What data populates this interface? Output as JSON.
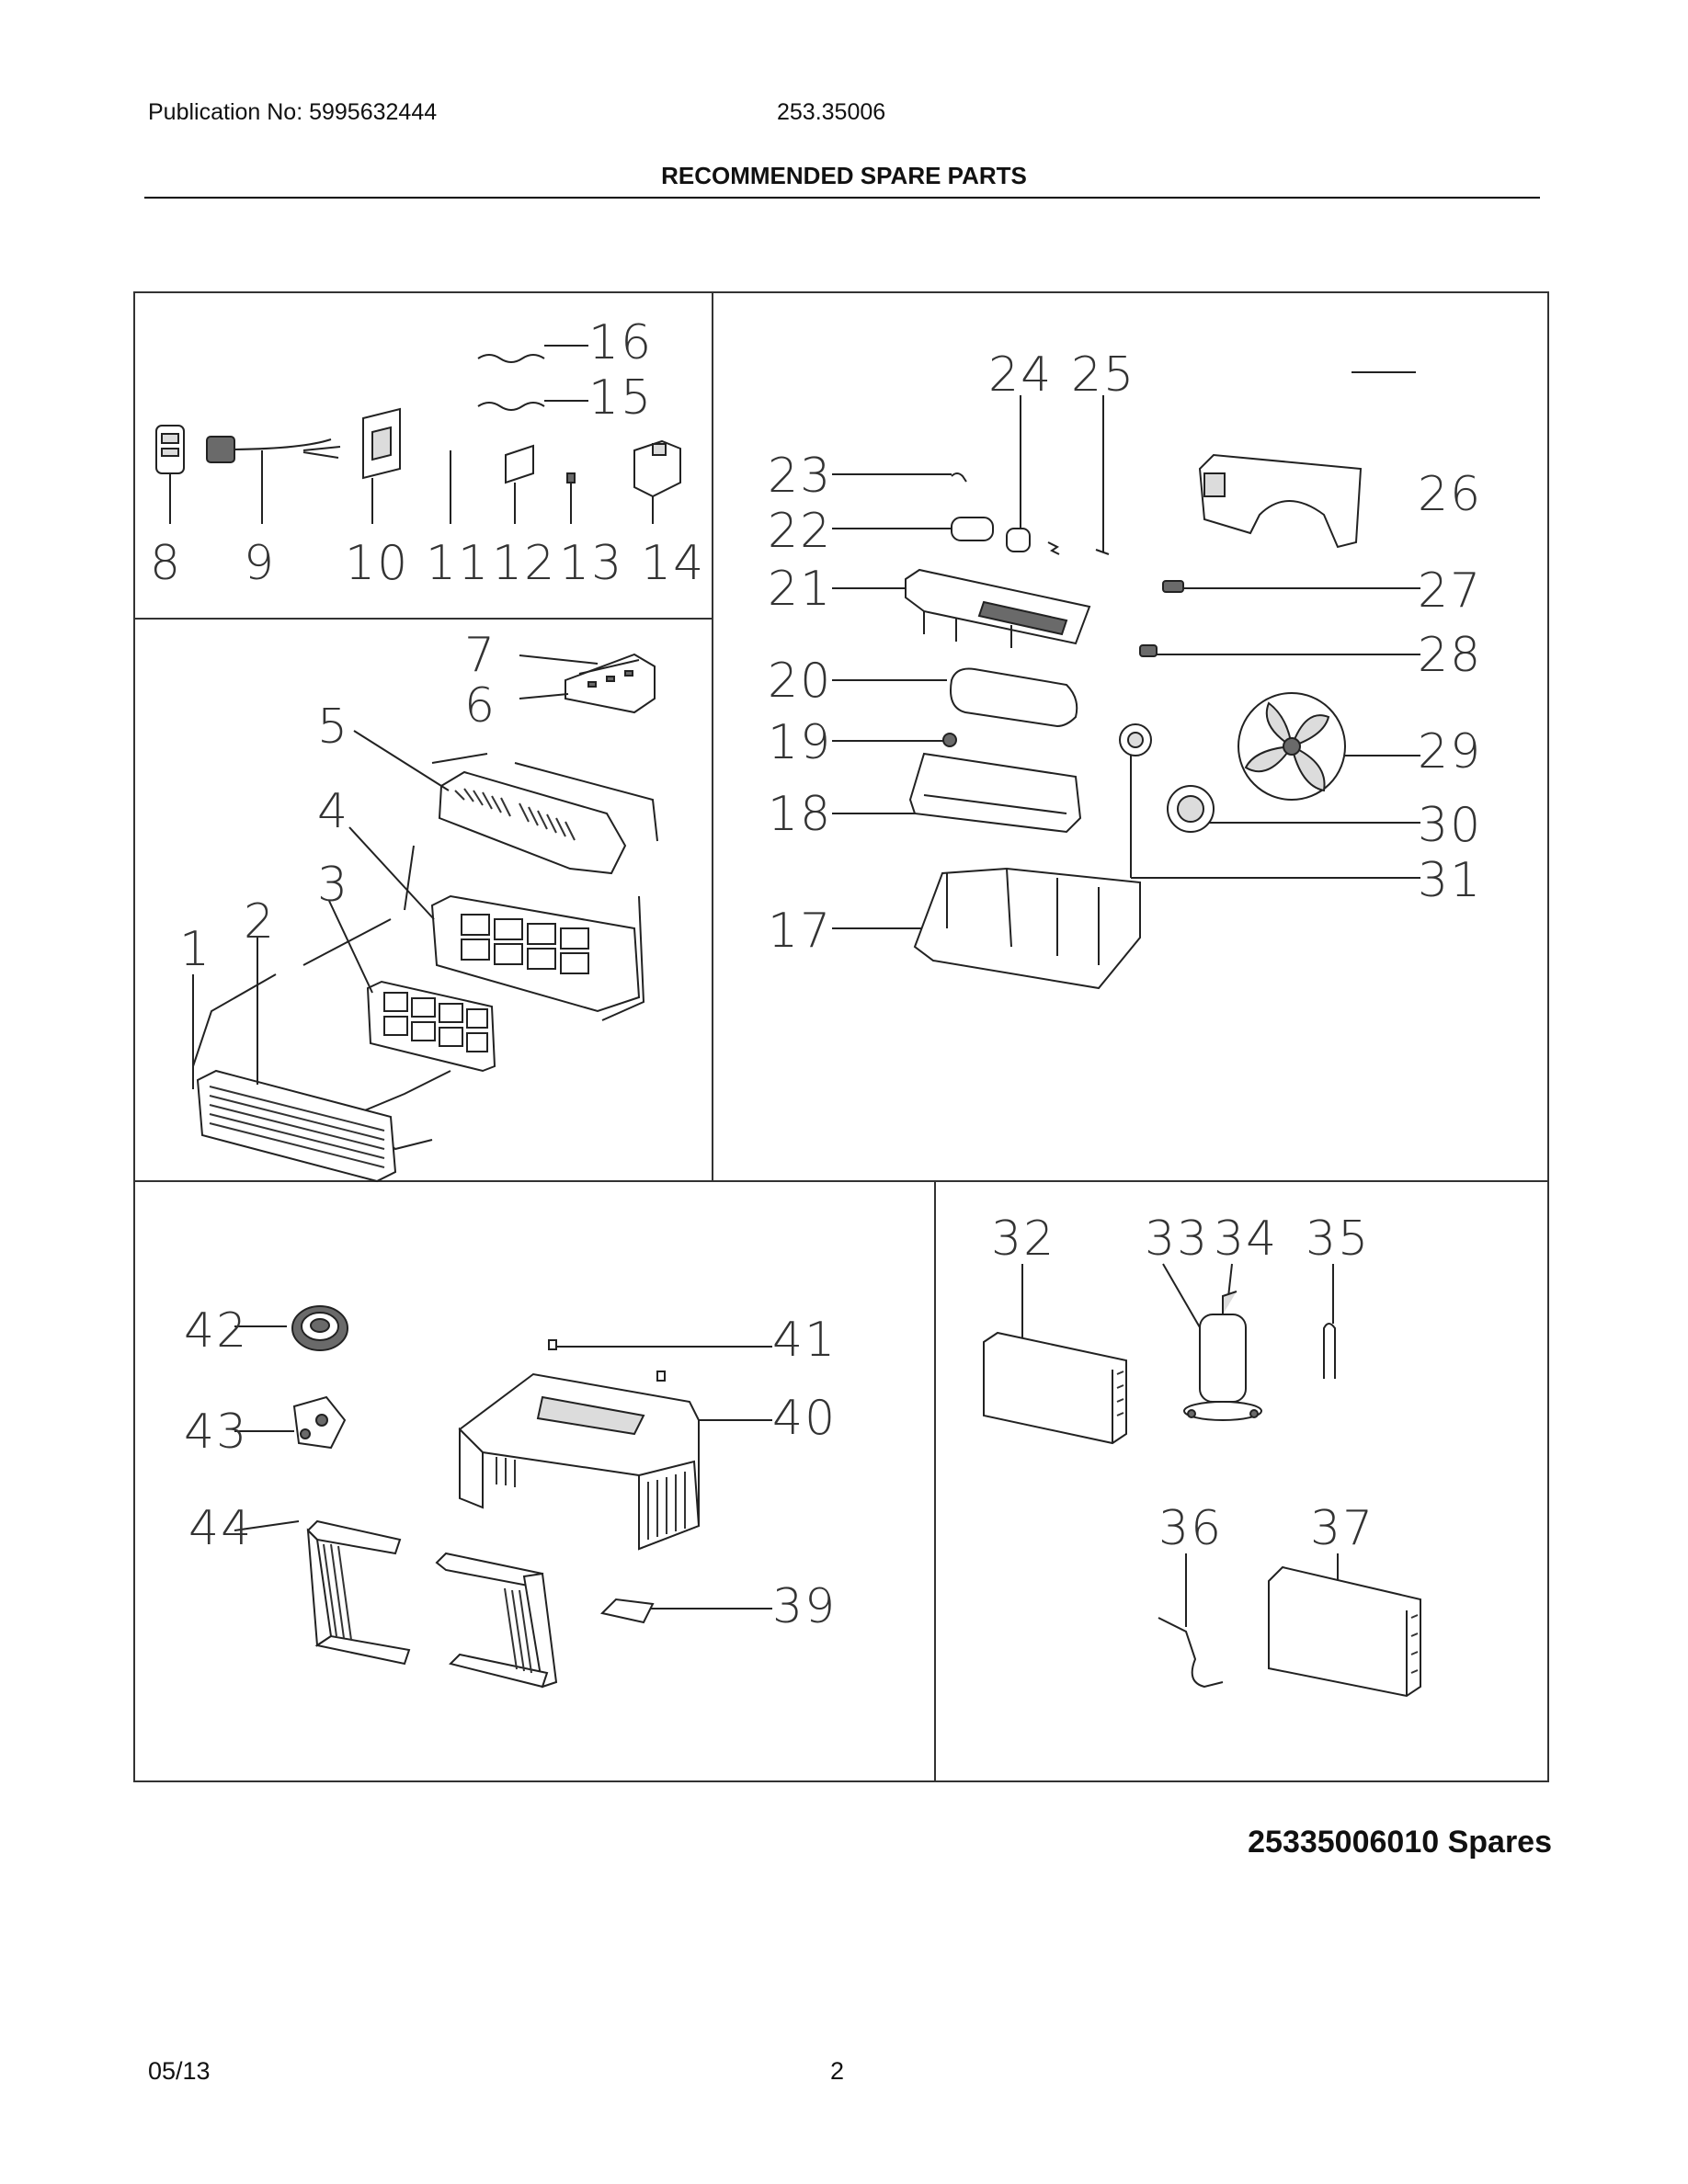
{
  "header": {
    "publication": "Publication No: 5995632444",
    "model": "253.35006",
    "title": "RECOMMENDED SPARE PARTS"
  },
  "diagram": {
    "panels": [
      {
        "id": "controls",
        "labels": [
          "16",
          "15",
          "8",
          "9",
          "10",
          "11",
          "12",
          "13",
          "14"
        ]
      },
      {
        "id": "front",
        "labels": [
          "7",
          "6",
          "5",
          "4",
          "3",
          "2",
          "1"
        ]
      },
      {
        "id": "fan-assembly",
        "labels": [
          "24",
          "25",
          "23",
          "22",
          "21",
          "20",
          "19",
          "18",
          "17",
          "26",
          "27",
          "28",
          "29",
          "30",
          "31"
        ]
      },
      {
        "id": "cabinet",
        "labels": [
          "42",
          "43",
          "44",
          "41",
          "40",
          "39"
        ]
      },
      {
        "id": "refrigeration",
        "labels": [
          "32",
          "33",
          "34",
          "35",
          "36",
          "37"
        ]
      }
    ]
  },
  "caption": "25335006010 Spares",
  "footer": {
    "date": "05/13",
    "page": "2"
  }
}
